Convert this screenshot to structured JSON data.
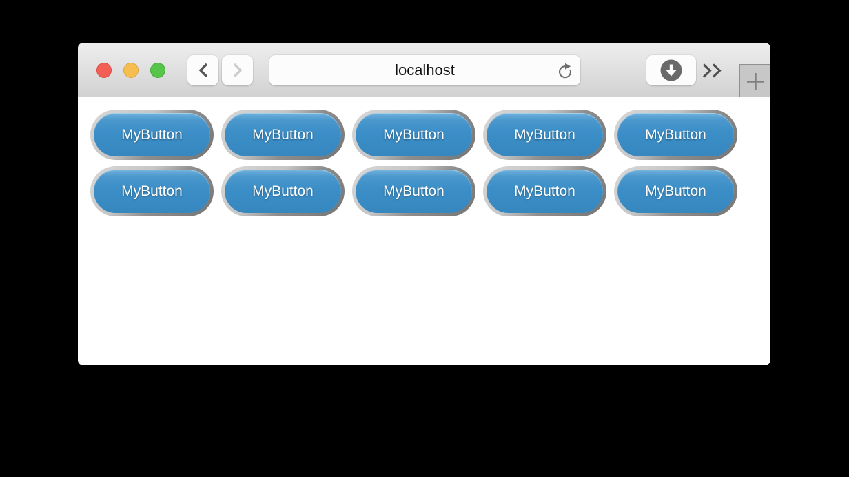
{
  "window": {
    "title_bar": {
      "traffic_lights": [
        {
          "name": "close-button",
          "color": "#f25f57"
        },
        {
          "name": "minimize-button",
          "color": "#f6be50"
        },
        {
          "name": "zoom-button",
          "color": "#57c549"
        }
      ]
    },
    "toolbar": {
      "back_icon": "chevron-left",
      "forward_icon": "chevron-right",
      "forward_disabled": true,
      "address_bar": {
        "value": "localhost",
        "reload_icon": "reload-circular-arrow"
      },
      "download_icon": "download-circle-arrow",
      "overflow_icon": "double-chevron-right",
      "new_tab_icon": "plus"
    }
  },
  "content": {
    "buttons": [
      "MyButton",
      "MyButton",
      "MyButton",
      "MyButton",
      "MyButton",
      "MyButton",
      "MyButton",
      "MyButton",
      "MyButton",
      "MyButton"
    ]
  },
  "colors": {
    "button_fill_blue": "#3b8ec7",
    "button_ring_light": "#d8d8d8",
    "button_ring_dark": "#747474",
    "toolbar_top": "#eeeeee",
    "toolbar_bottom": "#d2d2d2"
  }
}
